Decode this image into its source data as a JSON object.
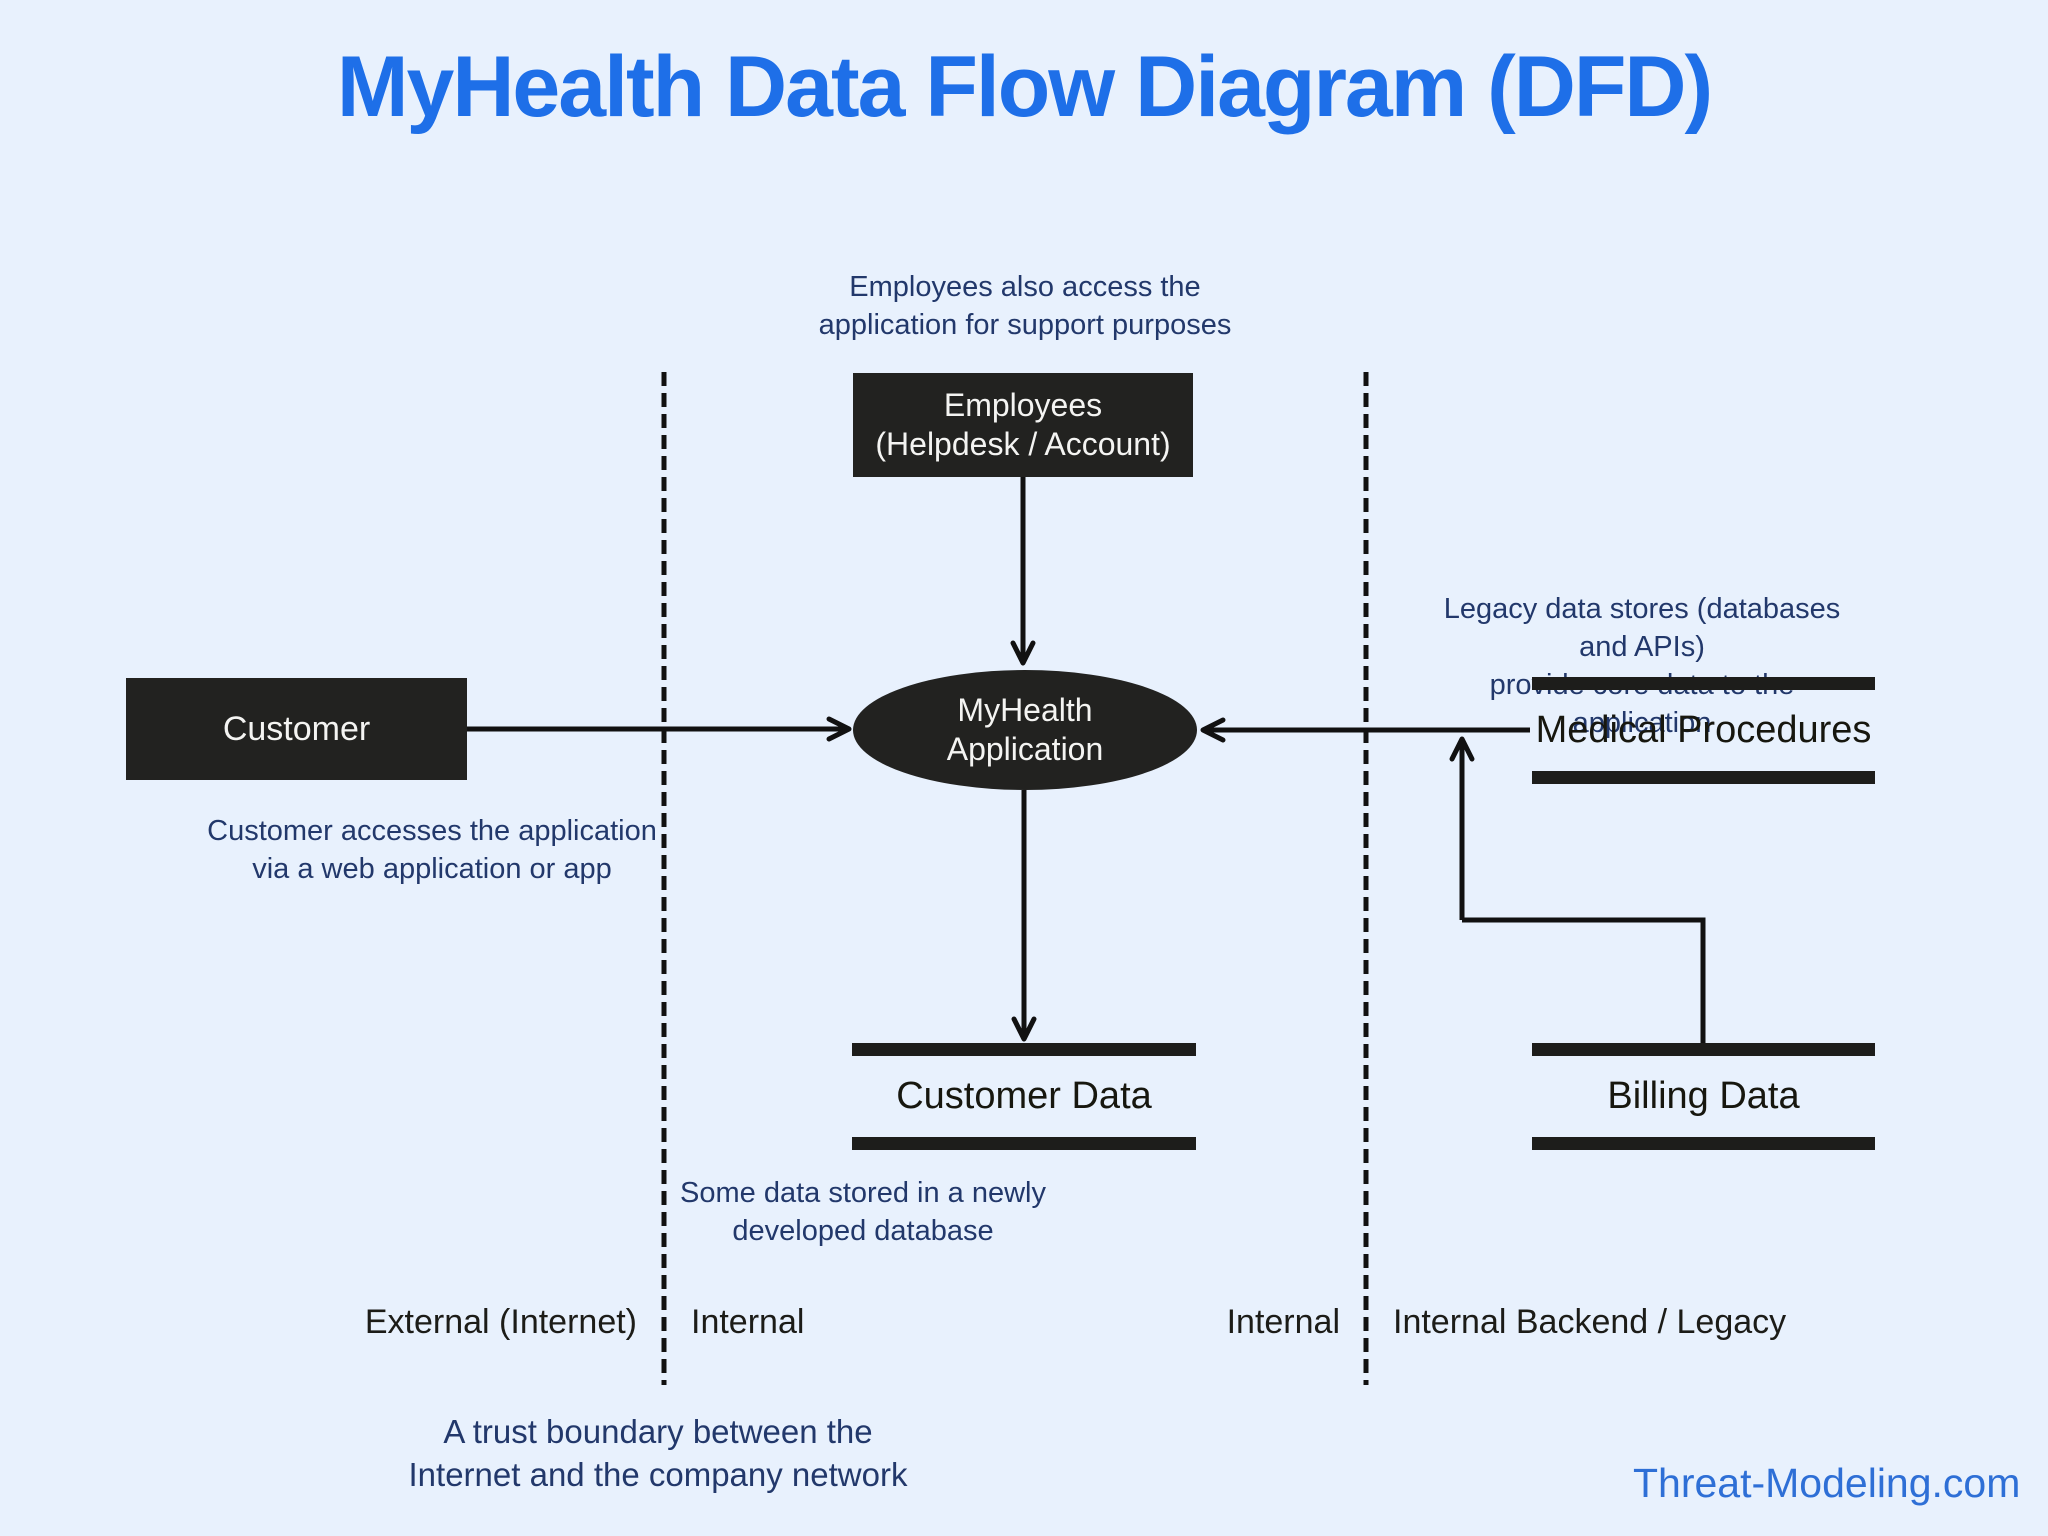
{
  "page": {
    "title": "MyHealth Data Flow Diagram (DFD)",
    "brand": "Threat-Modeling.com"
  },
  "colors": {
    "background": "#e8f1fd",
    "title_blue": "#1e6fe8",
    "annotation_navy": "#22386b",
    "shape_black": "#222220",
    "line_black": "#111111",
    "brand_blue": "#2e6fd6"
  },
  "nodes": {
    "customer": {
      "type": "external-entity",
      "label": "Customer"
    },
    "employees": {
      "type": "external-entity",
      "label": "Employees\n(Helpdesk / Account)"
    },
    "application": {
      "type": "process",
      "label": "MyHealth\nApplication"
    },
    "medical_procedures": {
      "type": "data-store",
      "label": "Medical Procedures"
    },
    "customer_data": {
      "type": "data-store",
      "label": "Customer Data"
    },
    "billing_data": {
      "type": "data-store",
      "label": "Billing Data"
    }
  },
  "flows": [
    {
      "from": "customer",
      "to": "application"
    },
    {
      "from": "employees",
      "to": "application"
    },
    {
      "from": "application",
      "to": "customer_data"
    },
    {
      "from": "medical_procedures",
      "to": "application"
    },
    {
      "from": "billing_data",
      "to": "medical_procedures_flow"
    }
  ],
  "annotations": {
    "employees_note": "Employees also access the\napplication for support purposes",
    "customer_note": "Customer accesses the application\nvia a web application or app",
    "legacy_note": "Legacy data stores (databases and APIs)\nprovide core data to the application",
    "storage_note": "Some data stored in a newly\ndeveloped database",
    "boundary_note": "A trust boundary between the\nInternet and the company network"
  },
  "zones": {
    "left_outer": "External (Internet)",
    "left_inner": "Internal",
    "right_inner": "Internal",
    "right_outer": "Internal Backend / Legacy"
  }
}
